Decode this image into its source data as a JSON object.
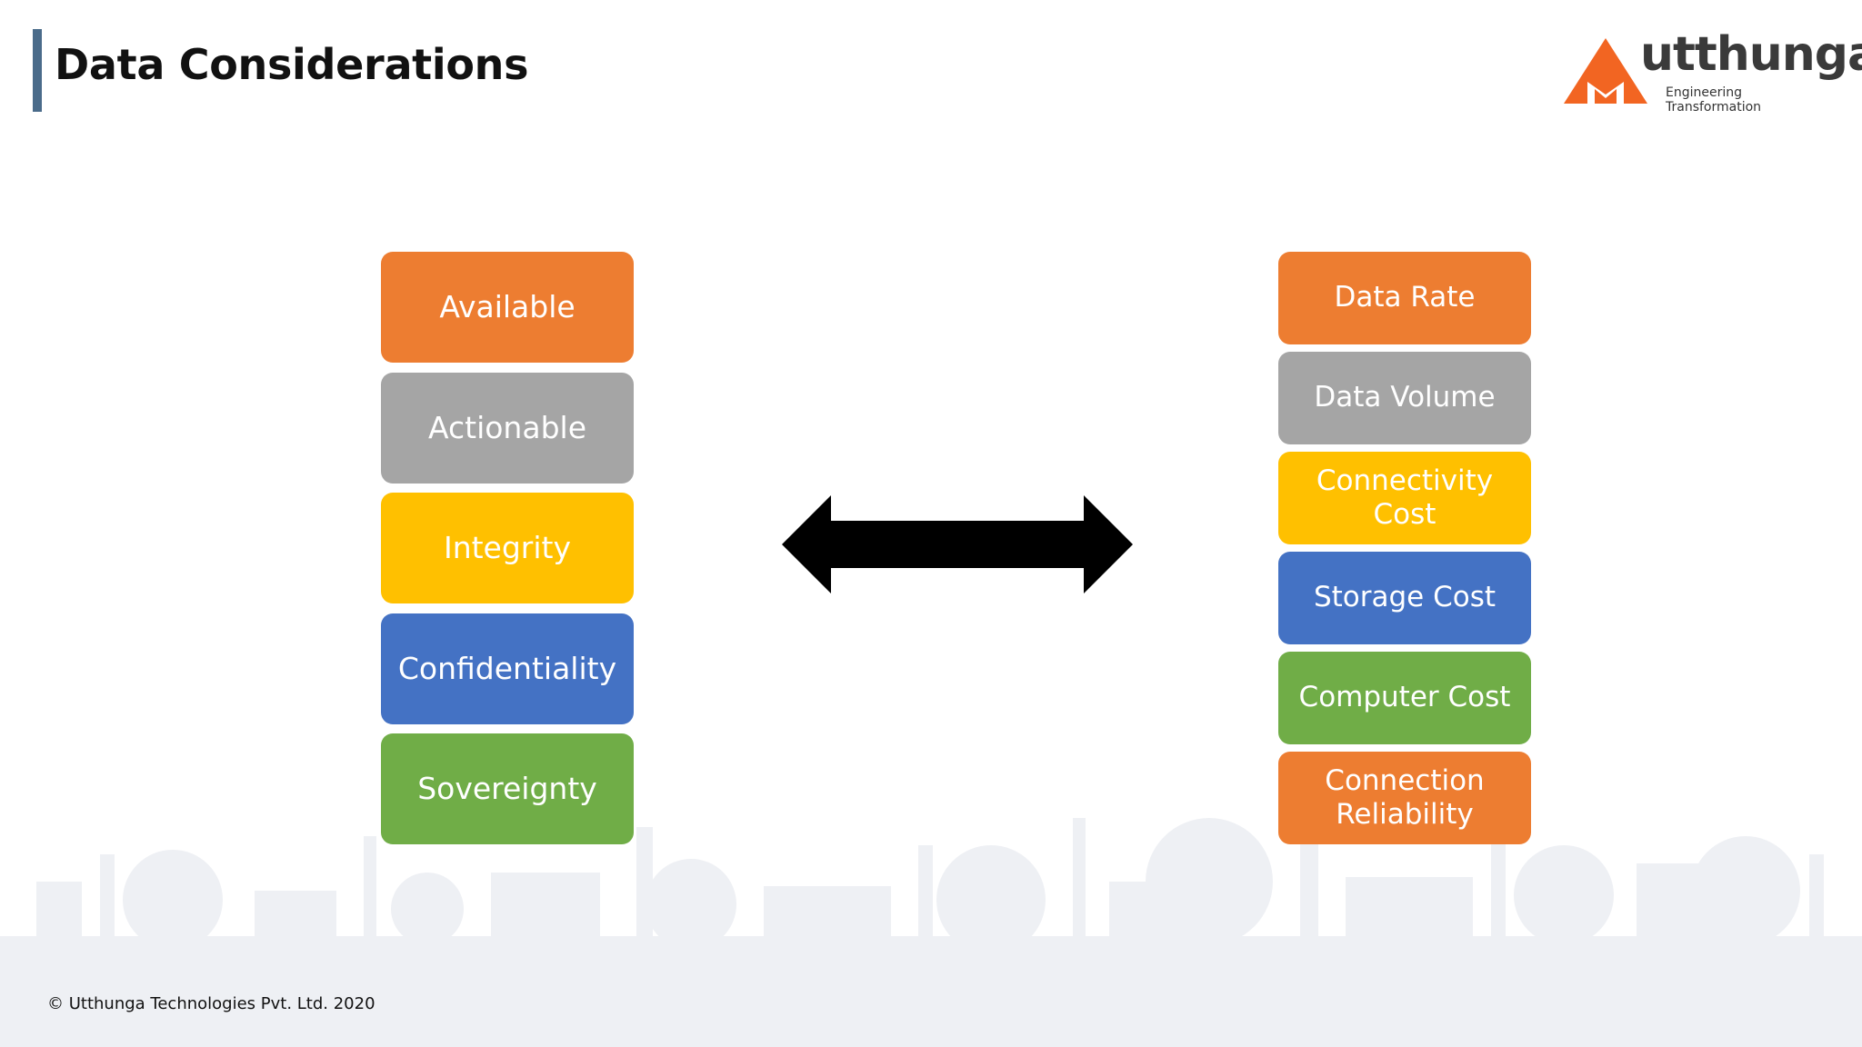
{
  "slide": {
    "title": "Data Considerations",
    "footer": "© Utthunga Technologies Pvt. Ltd. 2020"
  },
  "logo": {
    "name": "utthunga",
    "tagline": "Engineering Transformation",
    "colors": {
      "accent": "#f26522",
      "text": "#3a3a3a"
    }
  },
  "left_column": {
    "items": [
      {
        "label": "Available",
        "color": "#ed7d31"
      },
      {
        "label": "Actionable",
        "color": "#a5a5a5"
      },
      {
        "label": "Integrity",
        "color": "#ffc000"
      },
      {
        "label": "Confidentiality",
        "color": "#4472c4"
      },
      {
        "label": "Sovereignty",
        "color": "#70ad47"
      }
    ]
  },
  "right_column": {
    "items": [
      {
        "label": "Data Rate",
        "color": "#ed7d31"
      },
      {
        "label": "Data Volume",
        "color": "#a5a5a5"
      },
      {
        "label": "Connectivity Cost",
        "color": "#ffc000"
      },
      {
        "label": "Storage Cost",
        "color": "#4472c4"
      },
      {
        "label": "Computer Cost",
        "color": "#70ad47"
      },
      {
        "label": "Connection Reliability",
        "color": "#ed7d31"
      }
    ]
  },
  "connector": {
    "icon": "double-headed-arrow-icon",
    "color": "#000000"
  }
}
